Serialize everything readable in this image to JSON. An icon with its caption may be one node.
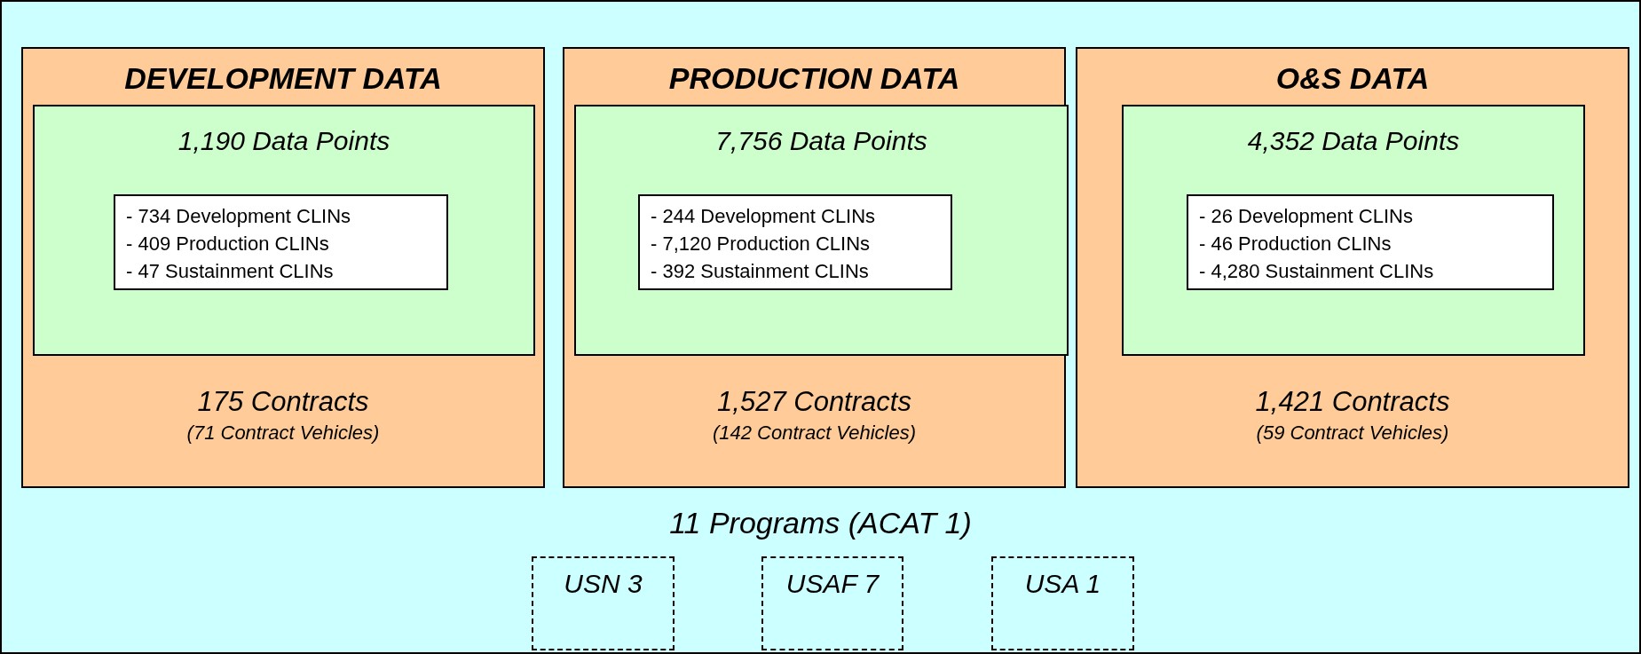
{
  "diagram": {
    "nodes": [
      {
        "text": [
          "DEVELOPMENT DATA",
          "175 Contracts",
          "(71 Contract Vehicles)"
        ]
      },
      {
        "text": [
          "1,190 Data Points"
        ],
        "in": 0
      },
      {
        "text": [
          "- 734 Development CLINs",
          "- 409 Production CLINs",
          "- 47 Sustainment CLINs"
        ],
        "in": 1
      },
      {
        "text": [
          "PRODUCTION DATA",
          "1,527 Contracts",
          "(142 Contract Vehicles)"
        ]
      },
      {
        "text": [
          "7,756 Data Points"
        ],
        "in": 3
      },
      {
        "text": [
          "- 244 Development CLINs",
          "- 7,120 Production CLINs",
          "- 392 Sustainment CLINs"
        ],
        "in": 4
      },
      {
        "text": [
          "O&S DATA",
          "1,421 Contracts",
          "(59 Contract Vehicles)"
        ]
      },
      {
        "text": [
          "4,352 Data Points"
        ],
        "in": 6
      },
      {
        "text": [
          "- 26 Development CLINs",
          "- 46 Production CLINs",
          "- 4,280 Sustainment CLINs"
        ],
        "in": 7
      },
      {
        "text": [
          "USN 3"
        ]
      },
      {
        "text": [
          "USAF 7"
        ]
      },
      {
        "text": [
          "USA 1"
        ]
      }
    ],
    "edges": [],
    "labels": [
      "11 Programs (ACAT 1)"
    ]
  }
}
